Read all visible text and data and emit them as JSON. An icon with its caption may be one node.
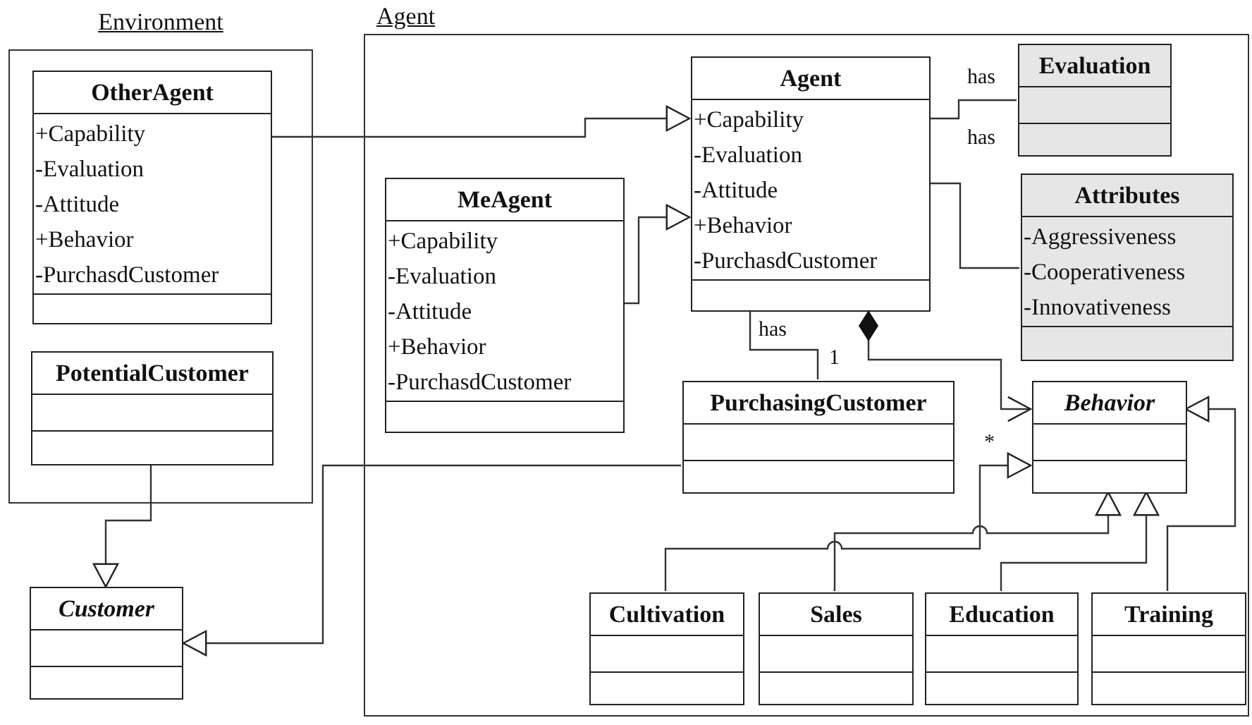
{
  "diagram": {
    "nodes": [
      {
        "text": [
          "Environment"
        ]
      },
      {
        "text": [
          "OtherAgent",
          "+Capability",
          "-Evaluation",
          "-Attitude",
          "+Behavior",
          "-PurchasdCustomer"
        ],
        "in": 0
      },
      {
        "text": [
          "PotentialCustomer"
        ],
        "in": 0
      },
      {
        "text": [
          "Customer"
        ]
      },
      {
        "text": [
          "Agent"
        ]
      },
      {
        "text": [
          "Agent",
          "+Capability",
          "-Evaluation",
          "-Attitude",
          "+Behavior",
          "-PurchasdCustomer"
        ],
        "in": 4
      },
      {
        "text": [
          "Evaluation"
        ],
        "in": 4
      },
      {
        "text": [
          "Attributes",
          "-Aggressiveness",
          "-Cooperativeness",
          "-Innovativeness"
        ],
        "in": 4
      },
      {
        "text": [
          "MeAgent",
          "+Capability",
          "-Evaluation",
          "-Attitude",
          "+Behavior",
          "-PurchasdCustomer"
        ],
        "in": 4
      },
      {
        "text": [
          "PurchasingCustomer"
        ],
        "in": 4
      },
      {
        "text": [
          "Behavior"
        ],
        "in": 4
      },
      {
        "text": [
          "Cultivation"
        ],
        "in": 4
      },
      {
        "text": [
          "Sales"
        ],
        "in": 4
      },
      {
        "text": [
          "Education"
        ],
        "in": 4
      },
      {
        "text": [
          "Training"
        ],
        "in": 4
      }
    ],
    "edges": [
      {
        "from": 1,
        "to": 5,
        "arrow": "to"
      },
      {
        "from": 8,
        "to": 5,
        "arrow": "to"
      },
      {
        "from": 5,
        "to": 6,
        "arrow": "none",
        "label": "has"
      },
      {
        "from": 5,
        "to": 7,
        "arrow": "none",
        "label": "has"
      },
      {
        "from": 5,
        "to": 9,
        "arrow": "none",
        "label": "has"
      },
      {
        "from": 5,
        "to": 10,
        "arrow": "to"
      },
      {
        "from": 9,
        "to": 3,
        "arrow": "to"
      },
      {
        "from": 2,
        "to": 3,
        "arrow": "to"
      },
      {
        "from": 11,
        "to": 10,
        "arrow": "to"
      },
      {
        "from": 12,
        "to": 10,
        "arrow": "to"
      },
      {
        "from": 13,
        "to": 10,
        "arrow": "to"
      },
      {
        "from": 14,
        "to": 10,
        "arrow": "to"
      }
    ],
    "labels": [
      "1",
      "*"
    ]
  }
}
